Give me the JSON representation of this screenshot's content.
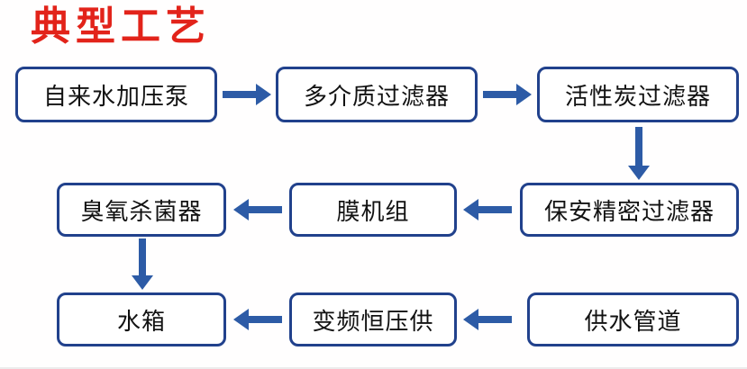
{
  "title": "典型工艺",
  "colors": {
    "title": "#e2231a",
    "box_border": "#21418c",
    "arrow": "#2d5ba6",
    "box_text": "#121212",
    "background": "#fffefe"
  },
  "flow": {
    "nodes": [
      {
        "label": "自来水加压泵"
      },
      {
        "label": "多介质过滤器"
      },
      {
        "label": "活性炭过滤器"
      },
      {
        "label": "臭氧杀菌器"
      },
      {
        "label": "膜机组"
      },
      {
        "label": "保安精密过滤器"
      },
      {
        "label": "水箱"
      },
      {
        "label": "变频恒压供"
      },
      {
        "label": "供水管道"
      }
    ],
    "edges": [
      {
        "from": "自来水加压泵",
        "to": "多介质过滤器",
        "direction": "right"
      },
      {
        "from": "多介质过滤器",
        "to": "活性炭过滤器",
        "direction": "right"
      },
      {
        "from": "活性炭过滤器",
        "to": "保安精密过滤器",
        "direction": "down"
      },
      {
        "from": "保安精密过滤器",
        "to": "膜机组",
        "direction": "left"
      },
      {
        "from": "膜机组",
        "to": "臭氧杀菌器",
        "direction": "left"
      },
      {
        "from": "臭氧杀菌器",
        "to": "水箱",
        "direction": "down"
      },
      {
        "from": "供水管道",
        "to": "变频恒压供",
        "direction": "left"
      },
      {
        "from": "变频恒压供",
        "to": "水箱",
        "direction": "left"
      }
    ]
  }
}
